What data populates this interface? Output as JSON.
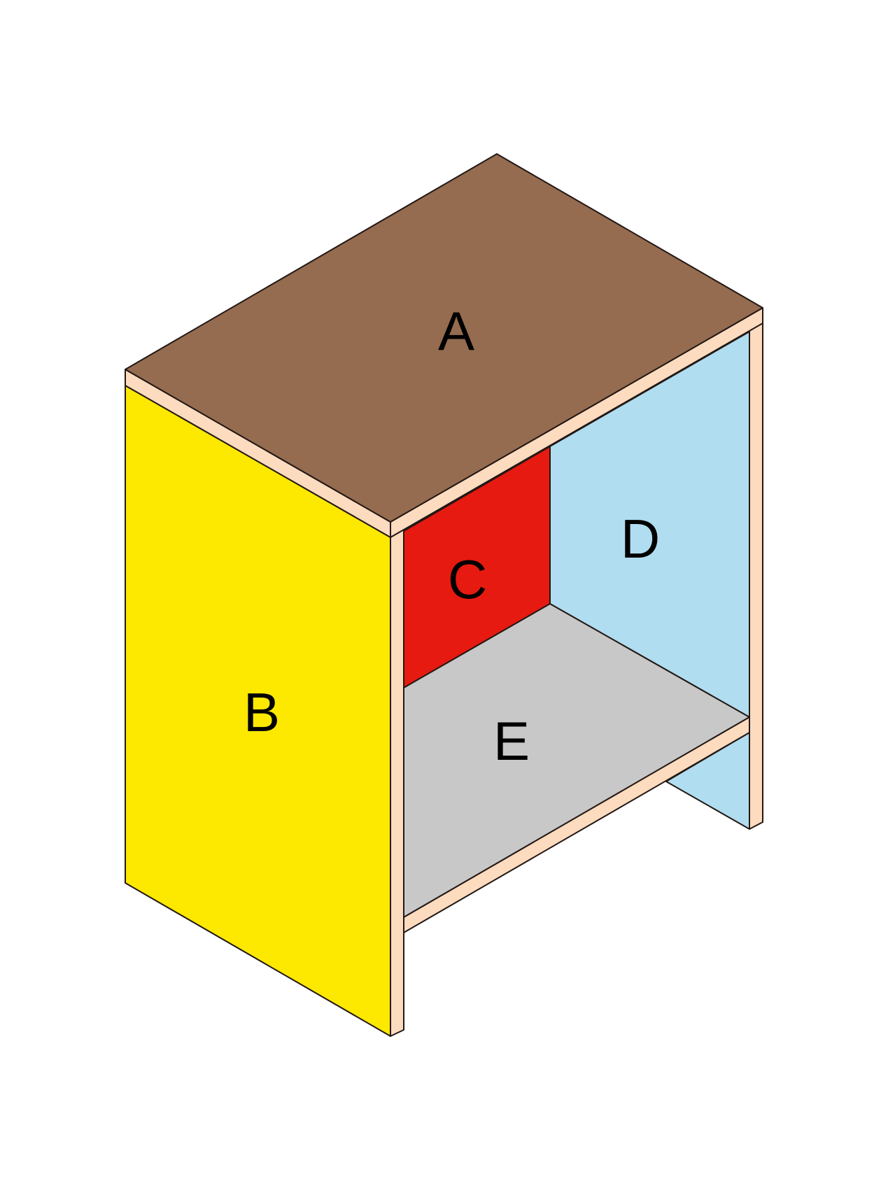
{
  "diagram": {
    "labels": {
      "top": "A",
      "side": "B",
      "back_left": "C",
      "back_right": "D",
      "shelf": "E"
    },
    "colors": {
      "top": "#956c50",
      "side": "#fde800",
      "back_left": "#e61a10",
      "back_right": "#b0ddf0",
      "shelf": "#c8c8c8",
      "edge": "#fddbbf",
      "stroke": "#231815"
    }
  }
}
